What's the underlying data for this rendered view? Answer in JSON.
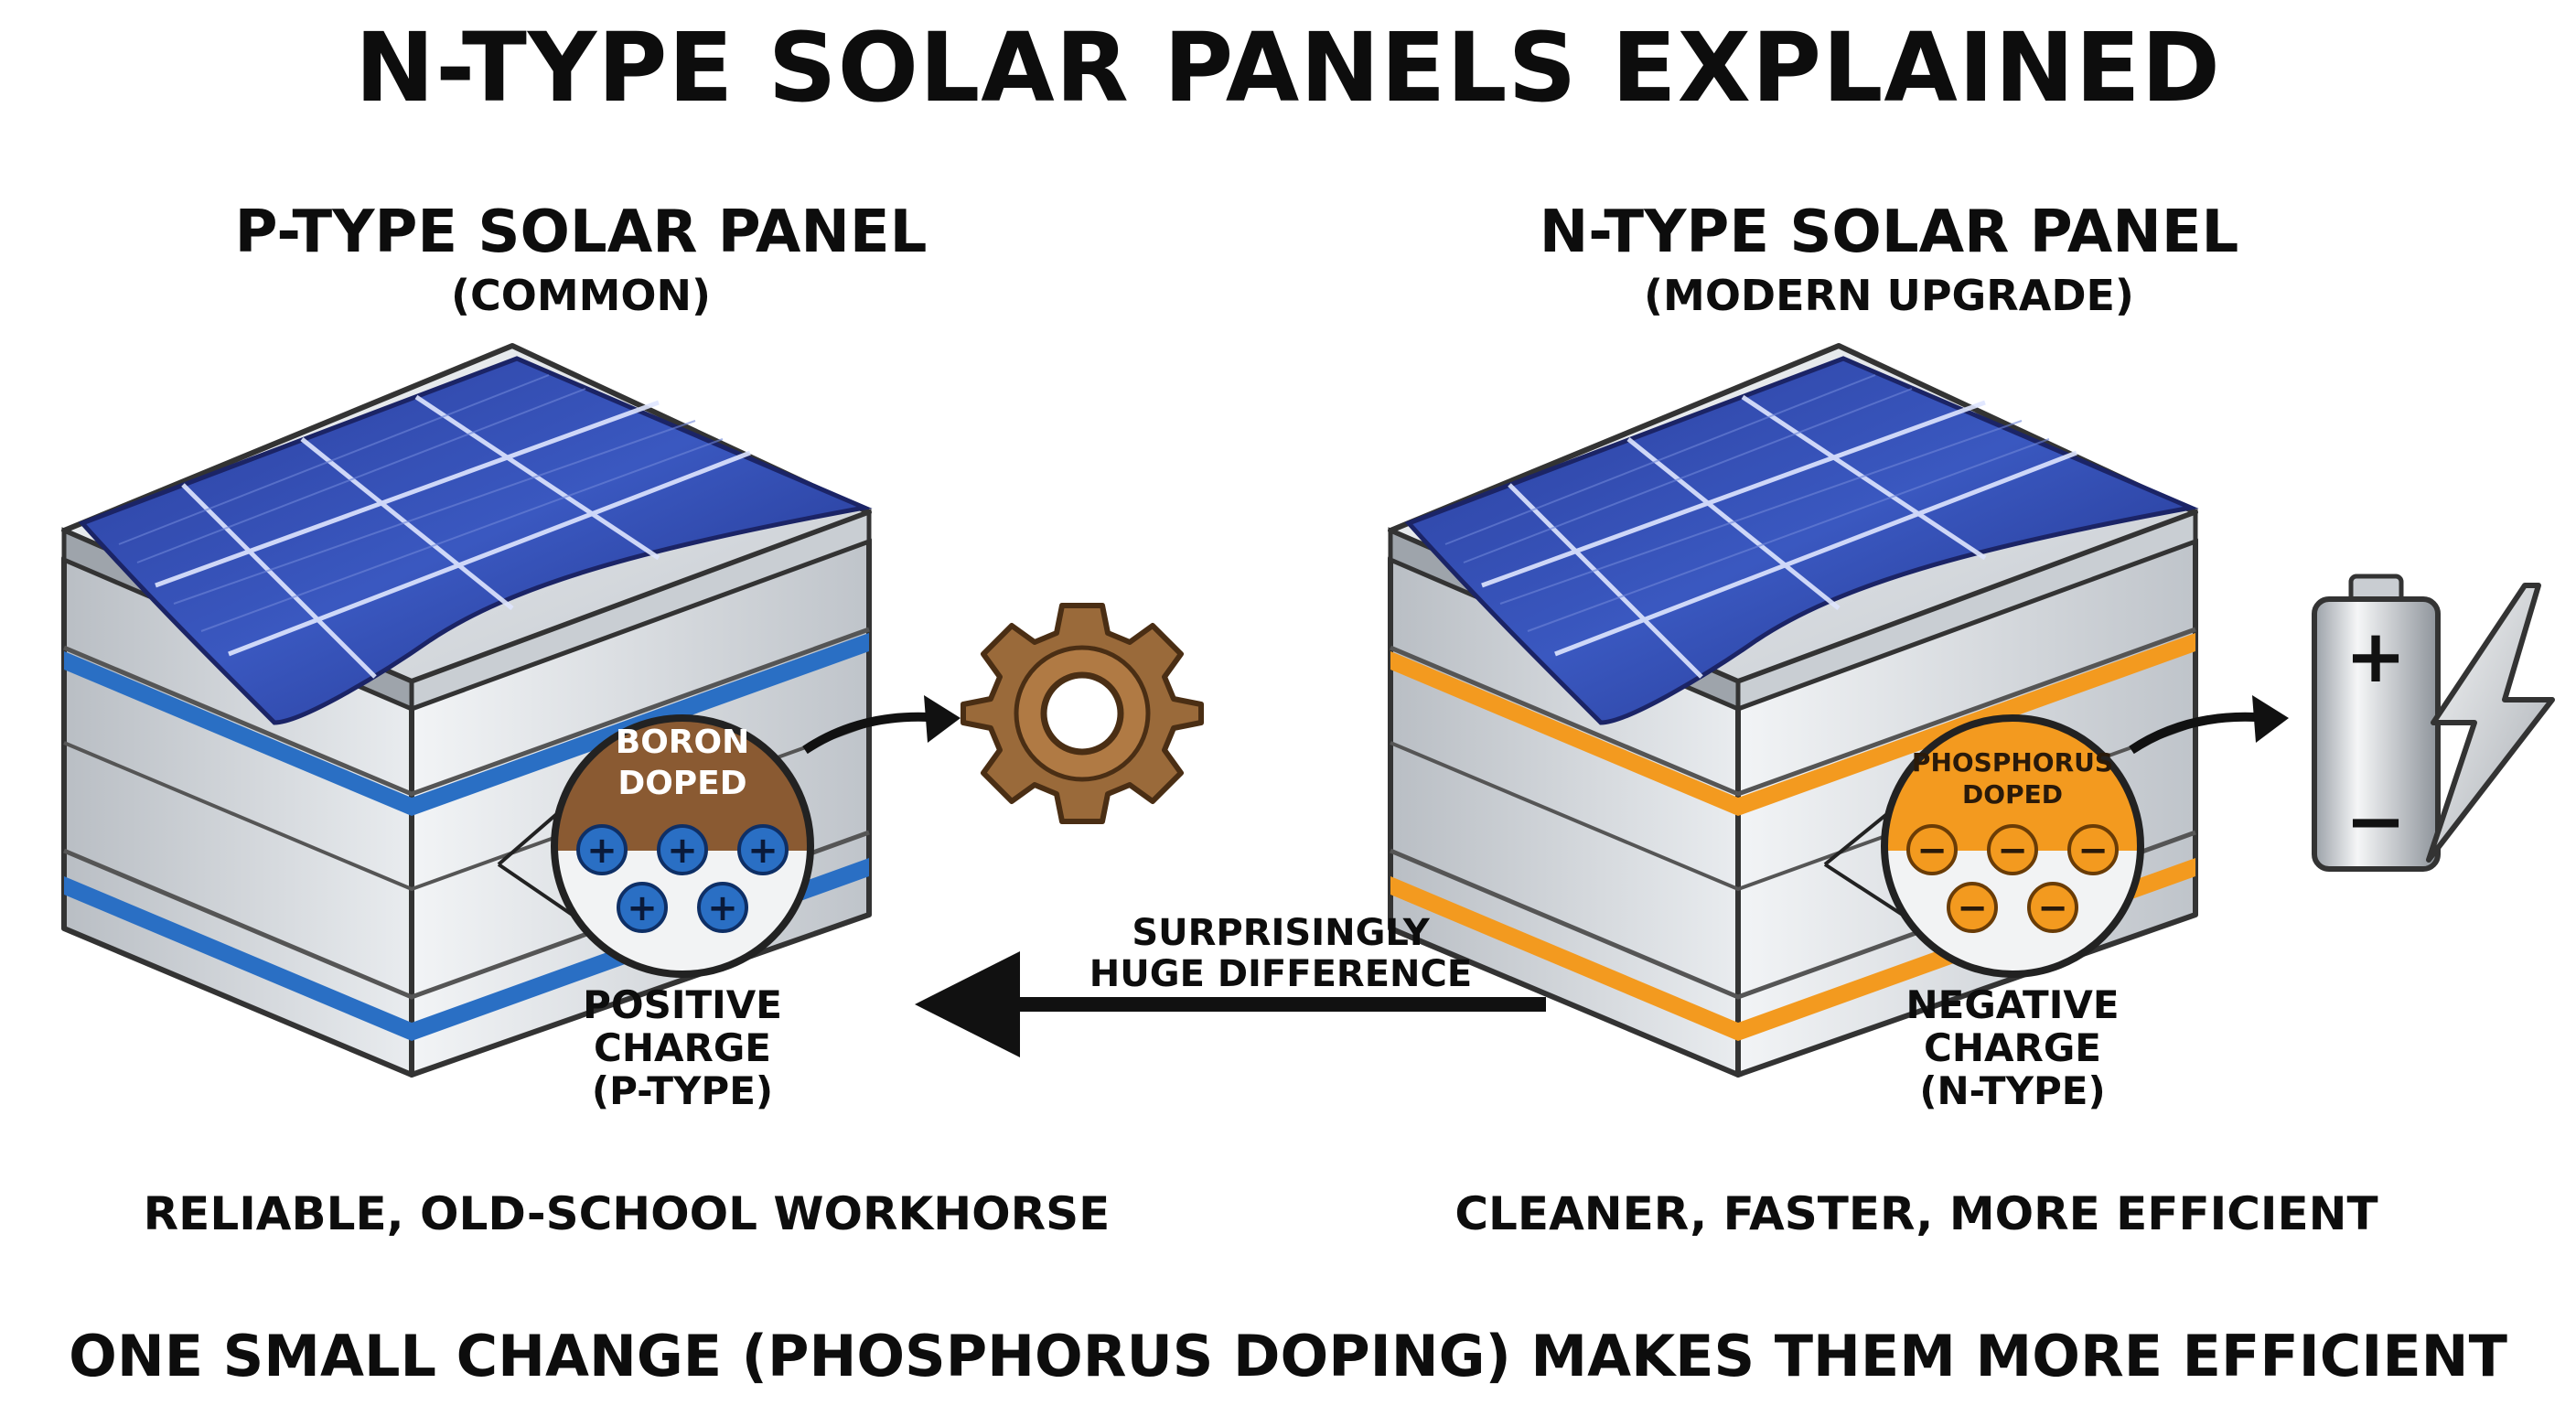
{
  "title": "N-TYPE SOLAR PANELS EXPLAINED",
  "left_panel": {
    "title": "P-TYPE SOLAR PANEL",
    "subtitle": "(COMMON)",
    "dopant_line1": "BORON",
    "dopant_line2": "DOPED",
    "charge_symbol": "+",
    "charge_line1": "POSITIVE",
    "charge_line2": "CHARGE",
    "charge_line3": "(P-TYPE)",
    "tagline": "RELIABLE, OLD-SCHOOL WORKHORSE",
    "layer_color": "#2a6fc4",
    "dopant_color": "#8a5a32"
  },
  "right_panel": {
    "title": "N-TYPE SOLAR PANEL",
    "subtitle": "(MODERN UPGRADE)",
    "dopant_line1": "PHOSPHORUS",
    "dopant_line2": "DOPED",
    "charge_symbol": "−",
    "charge_line1": "NEGATIVE",
    "charge_line2": "CHARGE",
    "charge_line3": "(N-TYPE)",
    "tagline": "CLEANER, FASTER, MORE EFFICIENT",
    "layer_color": "#f39a1f",
    "dopant_color": "#f39a1f"
  },
  "comparison": {
    "line1": "SURPRISINGLY",
    "line2": "HUGE DIFFERENCE"
  },
  "battery": {
    "plus": "+",
    "minus": "−"
  },
  "footer": "ONE SMALL CHANGE (PHOSPHORUS DOPING) MAKES THEM MORE EFFICIENT",
  "icons": [
    "gear-icon",
    "battery-icon",
    "lightning-bolt-icon",
    "arrow-left-icon"
  ]
}
